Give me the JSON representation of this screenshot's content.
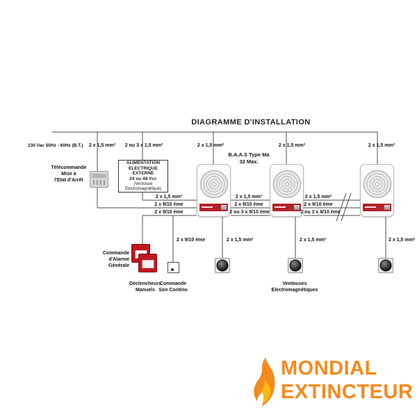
{
  "title": "DIAGRAMME D'INSTALLATION",
  "power": {
    "mains": "230 Vac 50Hz - 60Hz (B.T.)"
  },
  "top_wires": [
    "2 x 1,5 mm²",
    "2 ou 3 x 1,5 mm²",
    "2 x 1,5 mm²",
    "2 x 1,5 mm²",
    "2 x 1,5 mm²"
  ],
  "baas": {
    "type_label": "B.A.A.S Type Ma\n32 Max."
  },
  "telecommande": {
    "label": "Télécommande\nMise à\nl'Etat d'Arrêt"
  },
  "alim": {
    "name": "ALIMENTATION\nELECTRIQUE\nEXTERNE",
    "voltage": "24 ou 48 Vcc",
    "note": "(Ventouse\nElectromagnétique)"
  },
  "bus_wires": {
    "seg1": {
      "row1": "2 x 1,5 mm²",
      "row2": "2 x 9/10 ème",
      "row3": "2 x 9/10 ème"
    },
    "seg2": {
      "row1": "2 x 1,5 mm²",
      "row2": "2 x 9/10 ème",
      "row3": "2 ou 3 x 9/10 ème"
    },
    "seg3": {
      "row1": "2 x 1,5 mm²",
      "row2": "2 x 9/10 ème",
      "row3": "2 ou 3 x 9/10 ème"
    }
  },
  "drops": {
    "son_continu": "2 x 9/10 ème",
    "ventouse1": "2 x 1,5 mm²",
    "ventouse2": "2 x 1,5 mm²",
    "ventouse3": "2 x 1,5 mm²"
  },
  "bottom": {
    "commande_alarme": "Commande\nd'Alarme\nGénérale",
    "declencheurs": "Déclencheurs\nManuels",
    "commande_son": "Commande\nSon Continu",
    "ventouses": "Ventouses\nElectromagnétiques"
  },
  "logo": {
    "line1": "MONDIAL",
    "line2": "EXTINCTEUR",
    "color": "#F6891E"
  }
}
